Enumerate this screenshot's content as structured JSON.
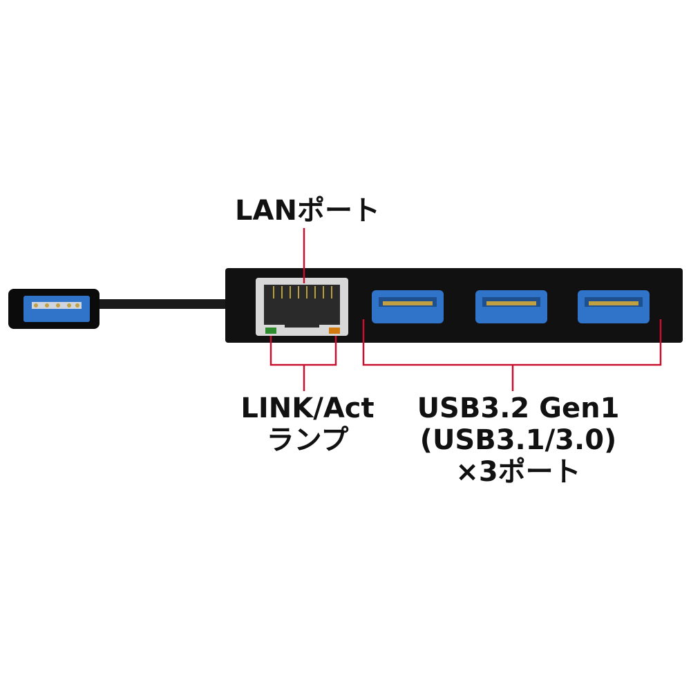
{
  "labels": {
    "lan_port": "LANポート",
    "link_act_line1": "LINK/Act",
    "link_act_line2": "ランプ",
    "usb_line1": "USB3.2 Gen1",
    "usb_line2": "(USB3.1/3.0)",
    "usb_line3": "×3ポート"
  },
  "colors": {
    "background": "#ffffff",
    "device_body": "#111111",
    "usb_blue": "#2f74c8",
    "callout_red": "#c8102e",
    "led_green": "#2e8b2e",
    "led_orange": "#d07a10"
  }
}
